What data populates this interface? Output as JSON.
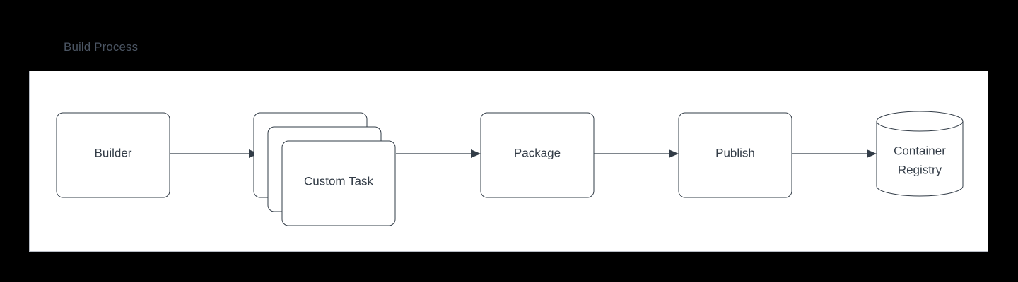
{
  "diagram": {
    "title": "Build Process",
    "background_color": "#000000",
    "panel_color": "#ffffff",
    "panel_border_color": "#b9bec7",
    "title_color": "#4b5563",
    "node_stroke_color": "#323c47",
    "label_color": "#333c47",
    "nodes": [
      {
        "id": "builder",
        "label": "Builder",
        "shape": "rounded-rect"
      },
      {
        "id": "custom-task-back",
        "label": "",
        "shape": "rounded-rect"
      },
      {
        "id": "custom-task-middle",
        "label": "",
        "shape": "rounded-rect"
      },
      {
        "id": "custom-task",
        "label": "Custom Task",
        "shape": "rounded-rect"
      },
      {
        "id": "package",
        "label": "Package",
        "shape": "rounded-rect"
      },
      {
        "id": "publish",
        "label": "Publish",
        "shape": "rounded-rect"
      },
      {
        "id": "container-registry",
        "label_line1": "Container",
        "label_line2": "Registry",
        "shape": "cylinder"
      }
    ],
    "edges": [
      {
        "from": "builder",
        "to": "custom-task"
      },
      {
        "from": "custom-task",
        "to": "package"
      },
      {
        "from": "package",
        "to": "publish"
      },
      {
        "from": "publish",
        "to": "container-registry"
      }
    ]
  }
}
